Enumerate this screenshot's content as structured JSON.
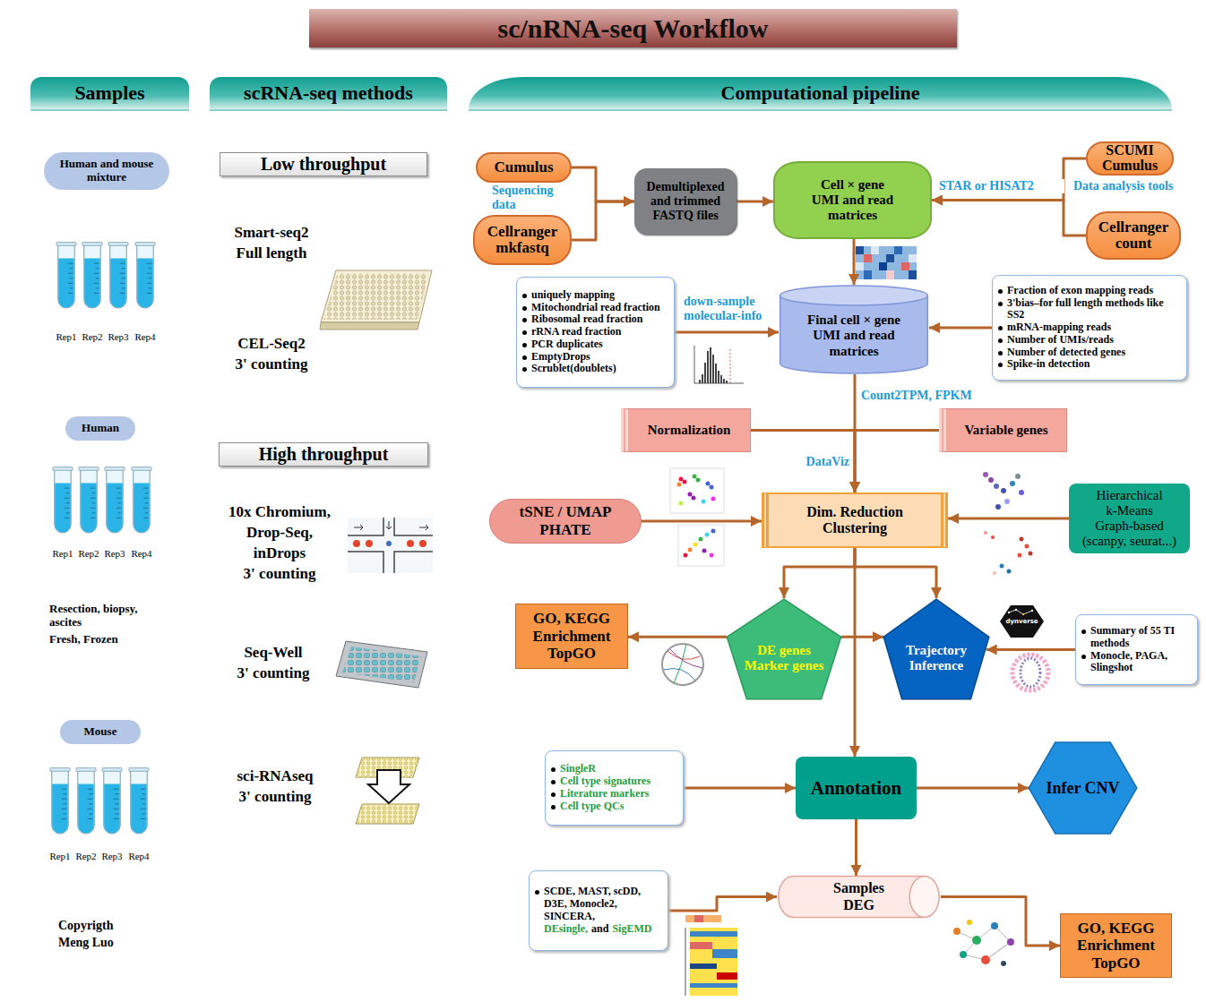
{
  "diagram": {
    "title": "sc/nRNA-seq Workflow",
    "nodes": [
      {
        "text": [
          "Samples"
        ]
      },
      {
        "text": [
          "scRNA-seq methods"
        ]
      },
      {
        "text": [
          "Computational pipeline"
        ]
      },
      {
        "text": [
          "Human and mouse mixture"
        ]
      },
      {
        "text": [
          "Human"
        ]
      },
      {
        "text": [
          "Mouse"
        ]
      },
      {
        "text": [
          "Low throughput"
        ]
      },
      {
        "text": [
          "High throughput"
        ]
      },
      {
        "text": [
          "Cumulus"
        ]
      },
      {
        "text": [
          "Cellranger mkfastq"
        ]
      },
      {
        "text": [
          "Demultiplexed and trimmed FASTQ files"
        ]
      },
      {
        "text": [
          "Cell × gene UMI and read matrices"
        ]
      },
      {
        "text": [
          "SCUMI Cumulus"
        ]
      },
      {
        "text": [
          "Cellranger count"
        ]
      },
      {
        "text": [
          "uniquely mapping",
          "Mitochondrial read fraction",
          "Ribosomal read fraction",
          "rRNA read fraction",
          "PCR duplicates",
          "EmptyDrops",
          "Scrublet(doublets)"
        ]
      },
      {
        "text": [
          "Final cell × gene UMI and read matrices"
        ]
      },
      {
        "text": [
          "Fraction of exon mapping reads",
          "3'bias–for full length methods like SS2",
          "mRNA-mapping reads",
          "Number of UMIs/reads",
          "Number of detected genes",
          "Spike-in detection"
        ]
      },
      {
        "text": [
          "Normalization"
        ]
      },
      {
        "text": [
          "Variable genes"
        ]
      },
      {
        "text": [
          "tSNE / UMAP PHATE"
        ]
      },
      {
        "text": [
          "Dim. Reduction Clustering"
        ]
      },
      {
        "text": [
          "Hierarchical",
          "k-Means",
          "Graph-based",
          "(scanpy, seurat...)"
        ]
      },
      {
        "text": [
          "GO, KEGG Enrichment TopGO"
        ]
      },
      {
        "text": [
          "DE genes",
          "Marker genes"
        ]
      },
      {
        "text": [
          "Trajectory Inference"
        ]
      },
      {
        "text": [
          "Summary of 55 TI methods",
          "Monocle, PAGA, Slingshot"
        ]
      },
      {
        "text": [
          "SingleR",
          "Cell type signatures",
          "Literature markers",
          "Cell type QCs"
        ]
      },
      {
        "text": [
          "Annotation"
        ]
      },
      {
        "text": [
          "Infer CNV"
        ]
      },
      {
        "text": [
          "SCDE, MAST, scDD, D3E, Monocle2, SINCERA,",
          "DEsingle,",
          "and",
          "SigEMD"
        ]
      },
      {
        "text": [
          "Samples",
          "DEG"
        ]
      },
      {
        "text": [
          "GO, KEGG Enrichment TopGO"
        ]
      }
    ],
    "edges": [
      {
        "from": 8,
        "to": 10,
        "arrow": "to"
      },
      {
        "from": 9,
        "to": 10,
        "arrow": "to"
      },
      {
        "from": 10,
        "to": 11,
        "arrow": "to"
      },
      {
        "from": 12,
        "to": 11,
        "label": "STAR or HISAT2",
        "arrow": "to"
      },
      {
        "from": 13,
        "to": 11,
        "arrow": "to"
      },
      {
        "from": 11,
        "to": 15,
        "arrow": "to"
      },
      {
        "from": 14,
        "to": 15,
        "label": "down-sample molecular-info",
        "arrow": "to"
      },
      {
        "from": 16,
        "to": 15,
        "arrow": "to"
      },
      {
        "from": 15,
        "to": 20,
        "arrow": "to"
      },
      {
        "from": 17,
        "to": 20,
        "arrow": "to"
      },
      {
        "from": 18,
        "to": 20,
        "arrow": "to"
      },
      {
        "from": 19,
        "to": 20,
        "arrow": "to"
      },
      {
        "from": 21,
        "to": 20,
        "arrow": "to"
      },
      {
        "from": 20,
        "to": 23,
        "arrow": "to"
      },
      {
        "from": 20,
        "to": 24,
        "arrow": "to"
      },
      {
        "from": 23,
        "to": 22,
        "arrow": "to"
      },
      {
        "from": 23,
        "to": 24,
        "arrow": "to"
      },
      {
        "from": 25,
        "to": 24,
        "arrow": "to"
      },
      {
        "from": 20,
        "to": 27,
        "arrow": "to"
      },
      {
        "from": 26,
        "to": 27,
        "arrow": "to"
      },
      {
        "from": 27,
        "to": 28,
        "arrow": "to"
      },
      {
        "from": 27,
        "to": 30,
        "arrow": "to"
      },
      {
        "from": 29,
        "to": 30,
        "arrow": "to"
      },
      {
        "from": 30,
        "to": 31,
        "arrow": "to"
      }
    ],
    "labels": [
      "Rep1",
      "Rep2",
      "Rep3",
      "Rep4",
      "Rep1",
      "Rep2",
      "Rep3",
      "Rep4",
      "Rep1",
      "Rep2",
      "Rep3",
      "Rep4",
      "Resection, biopsy, ascites",
      "Fresh, Frozen",
      "Copyrigth",
      "Meng Luo",
      "Smart-seq2",
      "Full length",
      "CEL-Seq2",
      "3' counting",
      "10x Chromium,",
      "Drop-Seq,",
      "inDrops",
      "3' counting",
      "Seq-Well",
      "3' counting",
      "sci-RNAseq",
      "3' counting",
      "Sequencing data",
      "Data analysis tools",
      "Count2TPM, FPKM",
      "DataViz",
      "dynverse"
    ]
  }
}
